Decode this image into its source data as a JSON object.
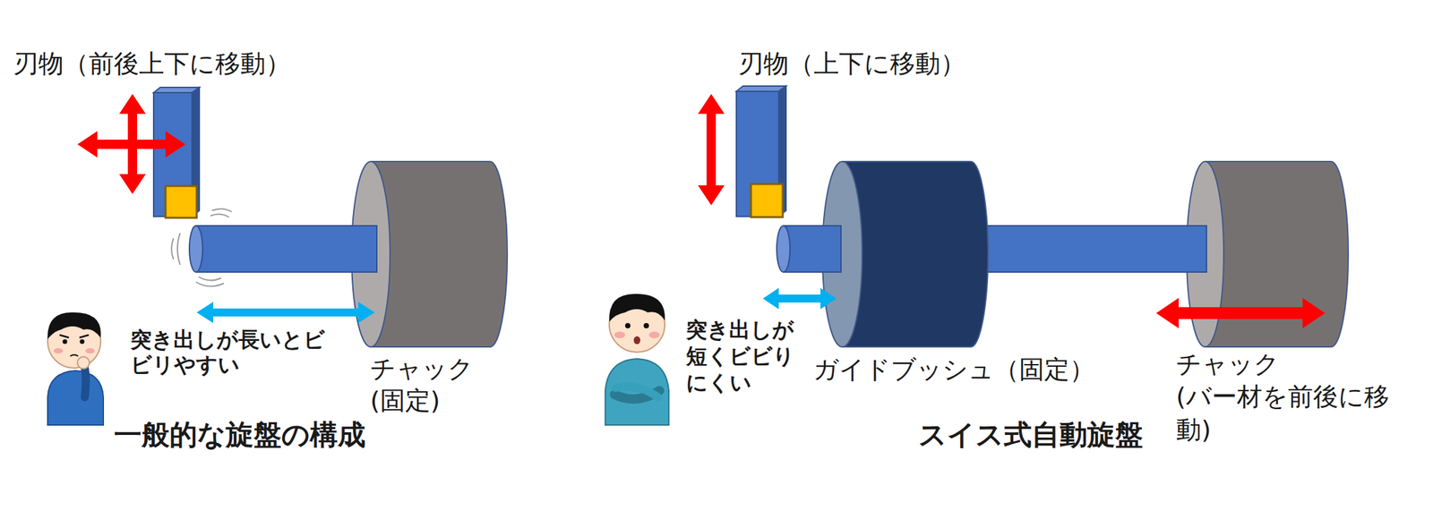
{
  "diagram": {
    "labels": [
      "刃物（前後上下に移動）",
      "突き出しが長いとビ ビリやすい",
      "チャック (固定)",
      "一般的な旋盤の構成",
      "刃物（上下に移動）",
      "突き出しが 短くビビり にくい",
      "ガイドブッシュ（固定）",
      "チャック (バー材を前後に移 動)",
      "スイス式自動旋盤"
    ]
  }
}
